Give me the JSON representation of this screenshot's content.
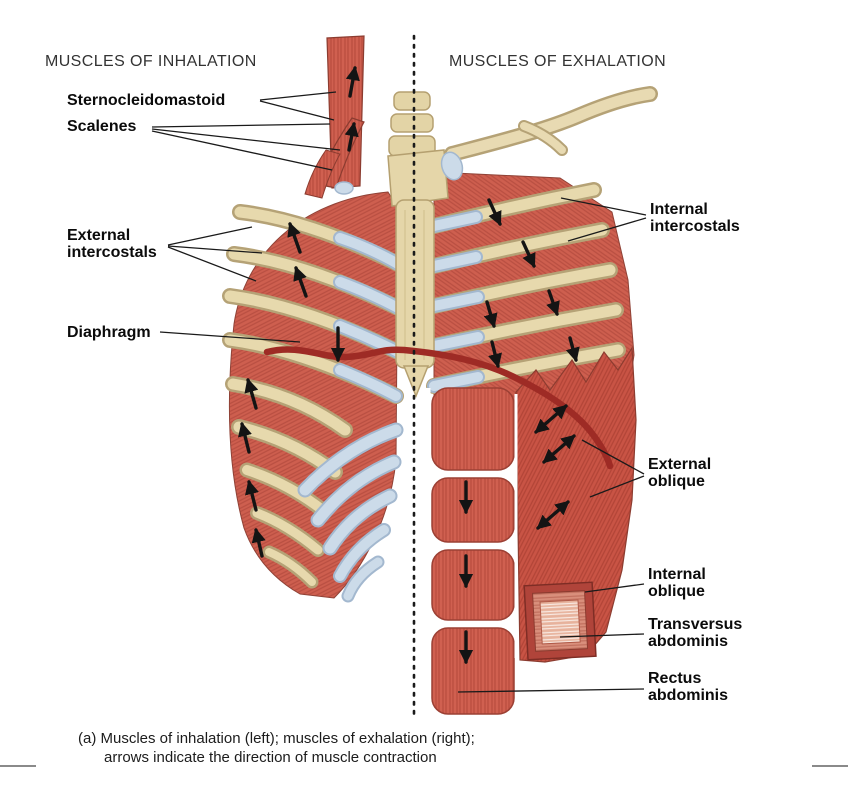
{
  "titles": {
    "left": "MUSCLES OF INHALATION",
    "right": "MUSCLES OF EXHALATION"
  },
  "labels": {
    "sternocleidomastoid": "Sternocleidomastoid",
    "scalenes": "Scalenes",
    "external_intercostals": "External intercostals",
    "diaphragm": "Diaphragm",
    "internal_intercostals": "Internal intercostals",
    "external_oblique": "External oblique",
    "internal_oblique": "Internal oblique",
    "transversus_abdominis": "Transversus abdominis",
    "rectus_abdominis": "Rectus abdominis"
  },
  "caption": {
    "line1": "(a) Muscles of inhalation (left); muscles of exhalation (right);",
    "line2": "arrows indicate the direction of muscle contraction"
  },
  "colors": {
    "muscle": "#cd5a4a",
    "muscle_dark": "#a23a2e",
    "bone": "#e7d9ad",
    "bone_edge": "#b5a276",
    "cartilage": "#ccdbe9",
    "cartilage_edge": "#a3b8cf",
    "diaphragm": "#9e2b25",
    "arrow": "#141414"
  }
}
